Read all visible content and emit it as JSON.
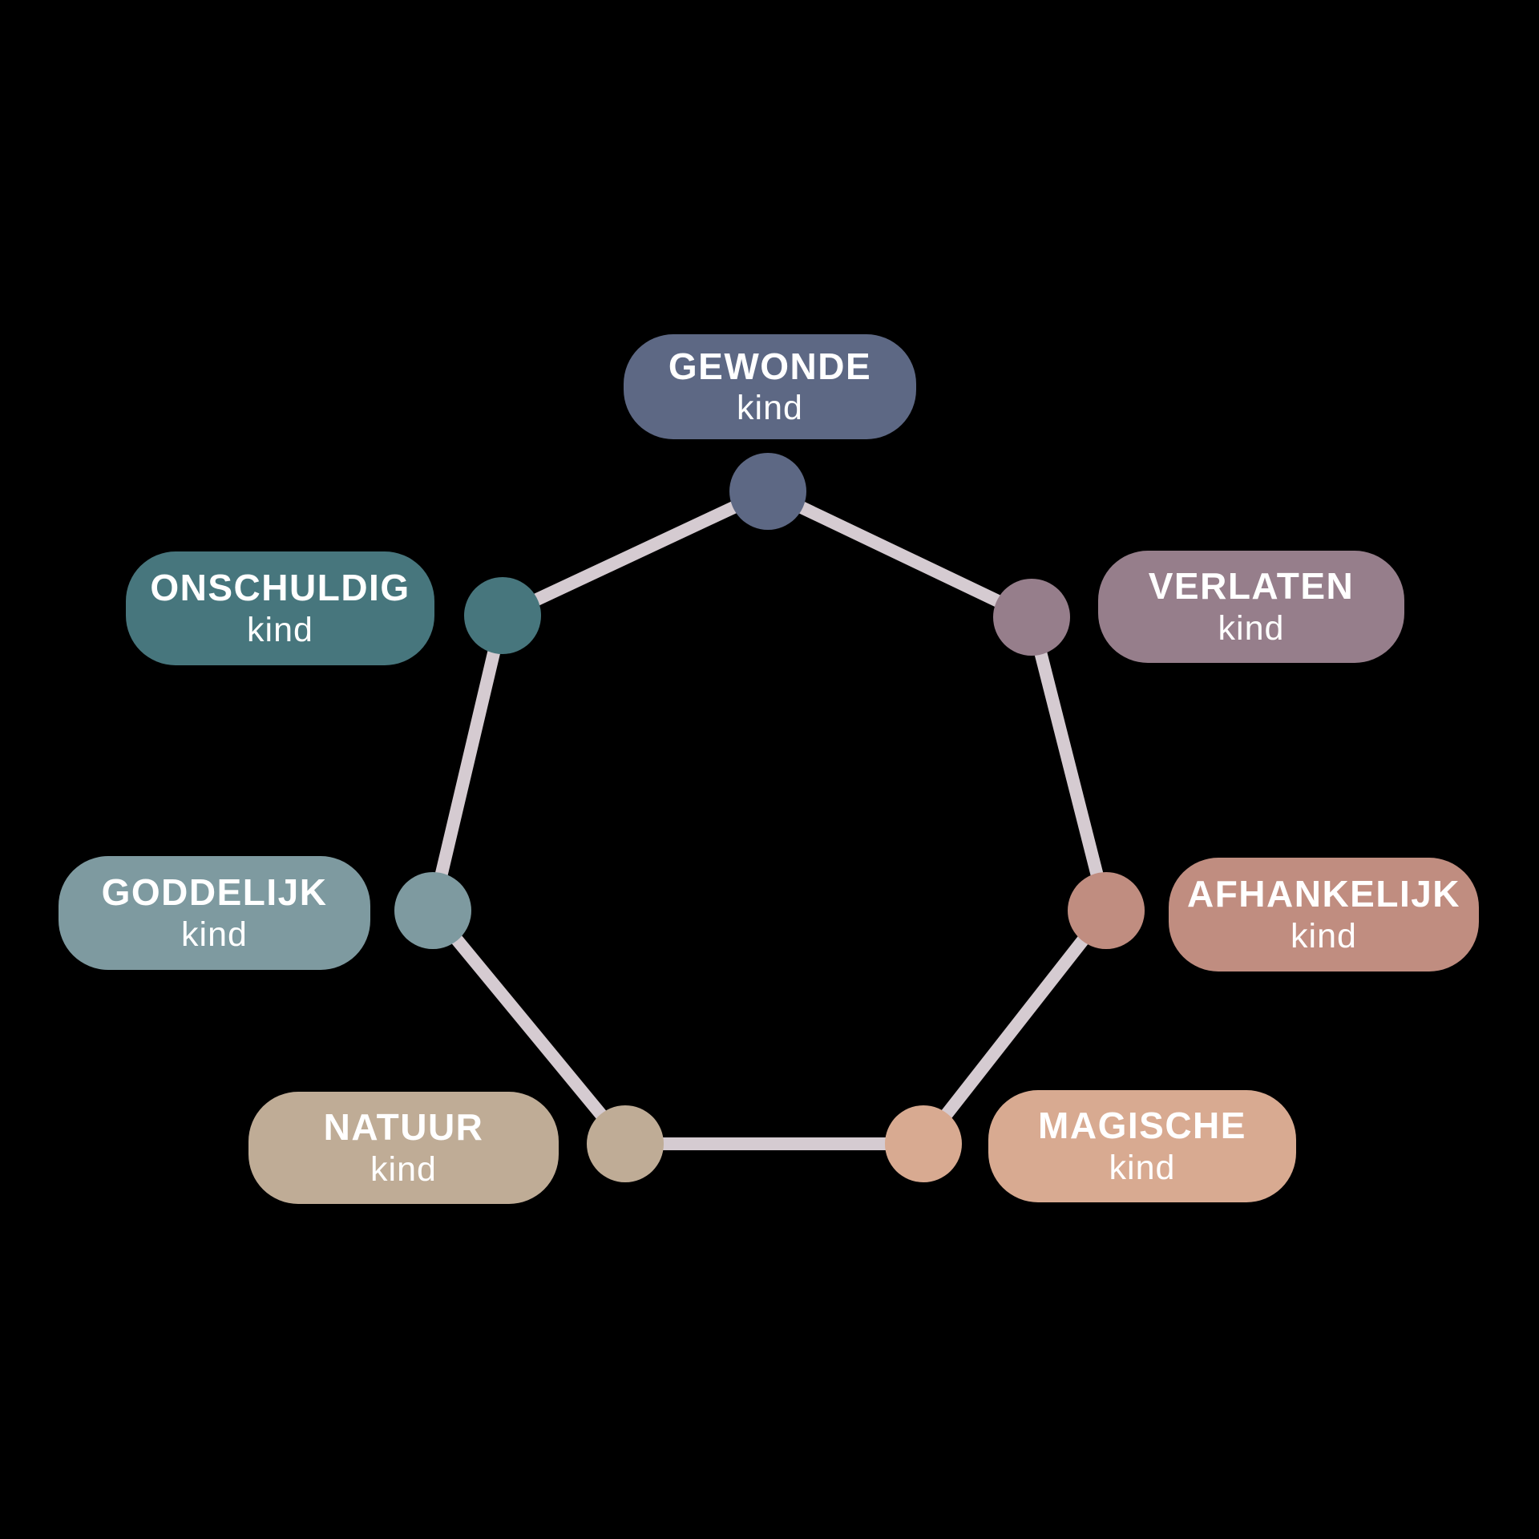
{
  "diagram": {
    "type": "circular-archetype-diagram",
    "background": "#000000",
    "connector_color": "#d5cbd1",
    "text_color": "#ffffff",
    "archetypes": [
      {
        "label": "GEWONDE",
        "sublabel": "kind",
        "color": "#5d6884",
        "position": "top"
      },
      {
        "label": "VERLATEN",
        "sublabel": "kind",
        "color": "#967e8b",
        "position": "upper-right"
      },
      {
        "label": "AFHANKELIJK",
        "sublabel": "kind",
        "color": "#c08d80",
        "position": "right"
      },
      {
        "label": "MAGISCHE",
        "sublabel": "kind",
        "color": "#d8aa91",
        "position": "lower-right"
      },
      {
        "label": "NATUUR",
        "sublabel": "kind",
        "color": "#bfac96",
        "position": "lower-left"
      },
      {
        "label": "GODDELIJK",
        "sublabel": "kind",
        "color": "#7e9aa0",
        "position": "left"
      },
      {
        "label": "ONSCHULDIG",
        "sublabel": "kind",
        "color": "#47767d",
        "position": "upper-left"
      }
    ]
  }
}
